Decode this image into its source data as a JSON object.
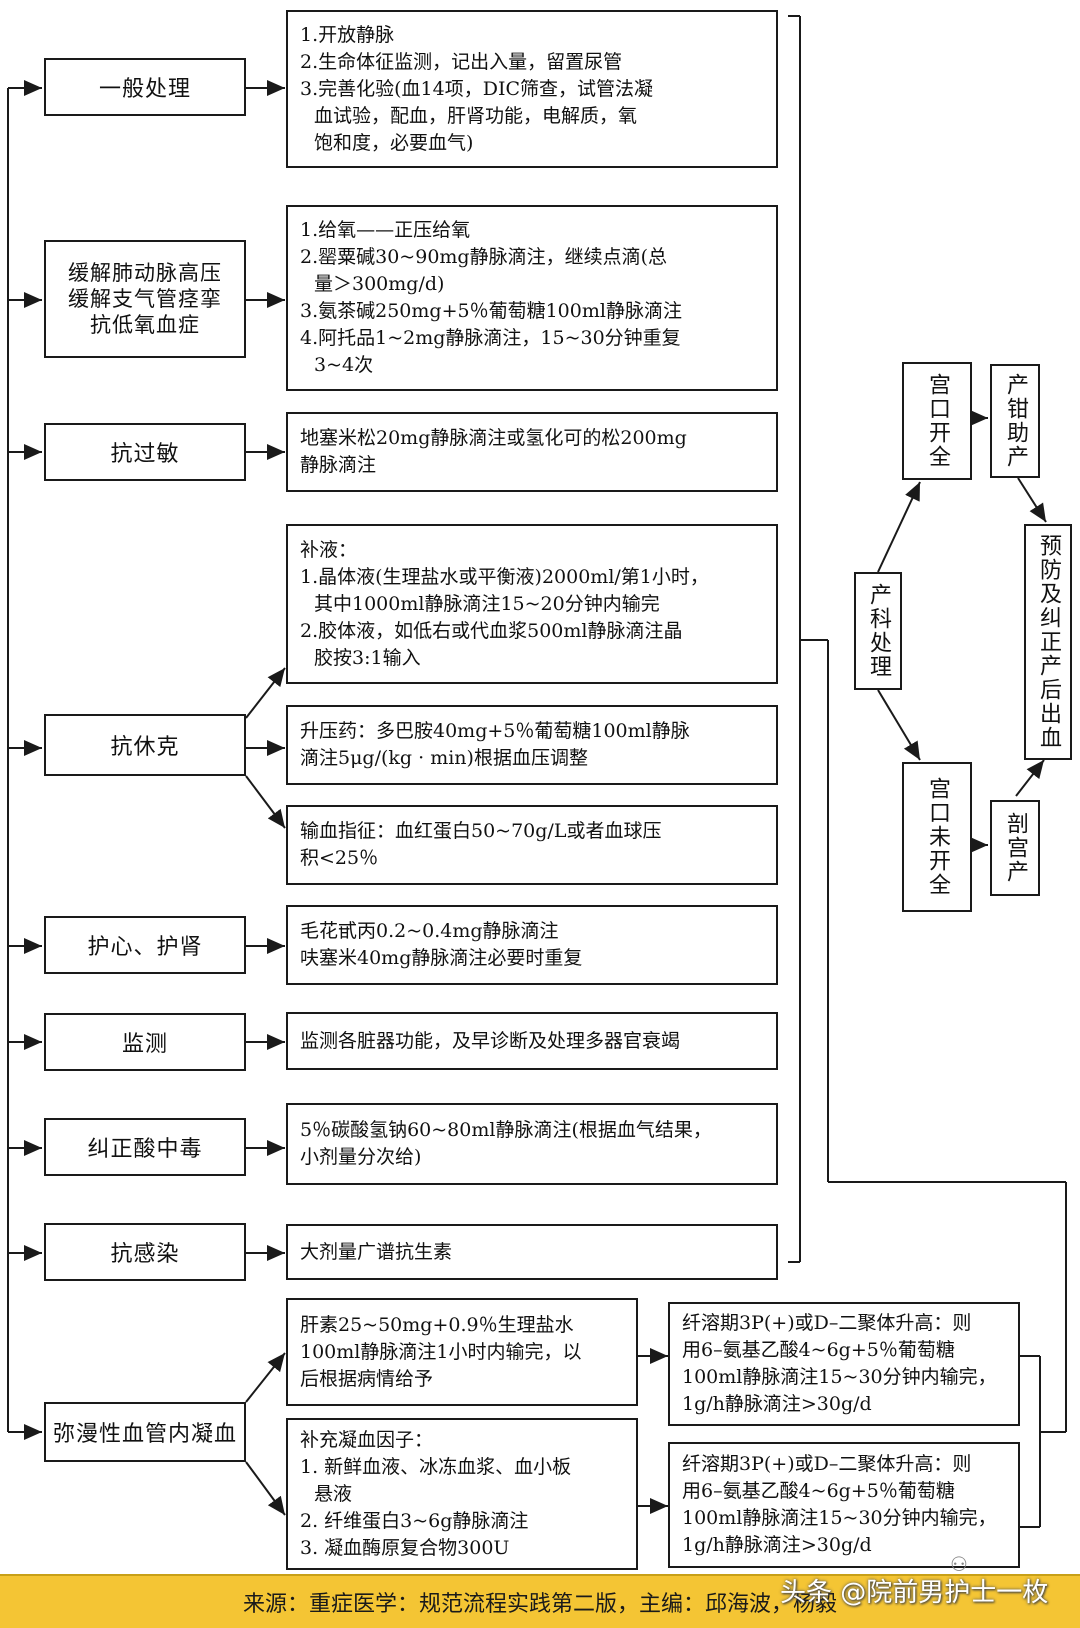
{
  "categories": [
    {
      "label": "一般处理"
    },
    {
      "lines": [
        "缓解肺动脉高压",
        "缓解支气管痉挛",
        "抗低氧血症"
      ]
    },
    {
      "label": "抗过敏"
    },
    {
      "label": "抗休克"
    },
    {
      "label": "护心、护肾"
    },
    {
      "label": "监测"
    },
    {
      "label": "纠正酸中毒"
    },
    {
      "label": "抗感染"
    },
    {
      "label": "弥漫性血管内凝血"
    }
  ],
  "details": {
    "general": [
      "1.开放静脉",
      "2.生命体征监测，记出入量，留置尿管",
      "3.完善化验(血14项，DIC筛查，试管法凝",
      "血试验，配血，肝肾功能，电解质，氧",
      "饱和度，必要血气)"
    ],
    "pulmonary": [
      "1.给氧——正压给氧",
      "2.罂粟碱30~90mg静脉滴注，继续点滴(总",
      "量＞300mg/d)",
      "3.氨茶碱250mg+5％葡萄糖100ml静脉滴注",
      "4.阿托品1~2mg静脉滴注，15~30分钟重复",
      "3~4次"
    ],
    "allergy": [
      "地塞米松20mg静脉滴注或氢化可的松200mg",
      "静脉滴注"
    ],
    "shock_fluid": [
      "补液：",
      "1.晶体液(生理盐水或平衡液)2000ml/第1小时，",
      "其中1000ml静脉滴注15~20分钟内输完",
      "2.胶体液，如低右或代血浆500ml静脉滴注晶",
      "胶按3:1输入"
    ],
    "shock_pressor": [
      "升压药：多巴胺40mg+5％葡萄糖100ml静脉",
      "滴注5μg/(kg · min)根据血压调整"
    ],
    "shock_transfusion": [
      "输血指征：血红蛋白50~70g/L或者血球压",
      "积<25％"
    ],
    "heart_kidney": [
      "毛花甙丙0.2~0.4mg静脉滴注",
      "呋塞米40mg静脉滴注必要时重复"
    ],
    "monitor": [
      "监测各脏器功能，及早诊断及处理多器官衰竭"
    ],
    "acidosis": [
      "5％碳酸氢钠60~80ml静脉滴注(根据血气结果，",
      "小剂量分次给)"
    ],
    "infection": [
      "大剂量广谱抗生素"
    ],
    "dic_heparin": [
      "肝素25~50mg+0.9％生理盐水",
      "100ml静脉滴注1小时内输完，以",
      "后根据病情给予"
    ],
    "dic_factors": [
      "补充凝血因子：",
      "1. 新鲜血液、冰冻血浆、血小板",
      "悬液",
      "2. 纤维蛋白3~6g静脉滴注",
      "3. 凝血酶原复合物300U"
    ],
    "dic_fib1": [
      "纤溶期3P(+)或D–二聚体升高：则",
      "用6–氨基乙酸4~6g+5％葡萄糖",
      "100ml静脉滴注15~30分钟内输完，",
      "1g/h静脉滴注>30g/d"
    ],
    "dic_fib2": [
      "纤溶期3P(+)或D–二聚体升高：则",
      "用6–氨基乙酸4~6g+5％葡萄糖",
      "100ml静脉滴注15~30分钟内输完，",
      "1g/h静脉滴注>30g/d"
    ]
  },
  "obstetric": {
    "main": "产科处理",
    "cervix_full": "宫口开全",
    "forceps": "产钳助产",
    "cervix_not_full": "宫口未开全",
    "cesarean": "剖宫产",
    "prevent": "预防及纠正产后出血"
  },
  "footer": {
    "text": "来源：重症医学：规范流程实践第二版，主编：邱海波，杨毅"
  },
  "watermark": {
    "text": "头条 @院前男护士一枚"
  }
}
